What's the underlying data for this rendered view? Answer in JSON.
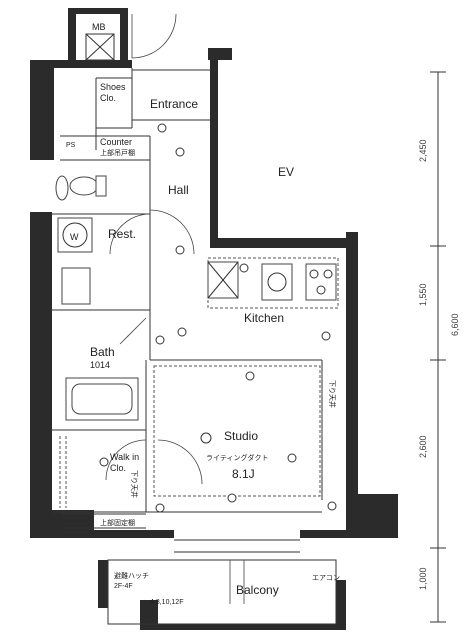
{
  "rooms": {
    "mb": "MB",
    "shoes": "Shoes",
    "shoes_sub": "Clo.",
    "entrance": "Entrance",
    "ps": "PS",
    "counter": "Counter",
    "counter_sub": "上部吊戸棚",
    "hall": "Hall",
    "ev": "EV",
    "rest": "Rest.",
    "w": "W",
    "kitchen": "Kitchen",
    "bath": "Bath",
    "bath_size": "1014",
    "studio": "Studio",
    "duct": "ライティングダクト",
    "studio_area": "8.1J",
    "walk_in": "Walk in",
    "walk_in_sub": "Clo.",
    "upper_shelf": "上部固定棚",
    "balcony": "Balcony",
    "aircon": "エアコン",
    "ceiling_note_1": "下り天井",
    "ceiling_note_2": "下り天井",
    "rail_note": "避難ハッチ",
    "rail_sub": "2F-4F",
    "floor_note": "4,8,10,12F"
  },
  "dimensions": {
    "d1": "2,450",
    "d2": "1,550",
    "d3": "2,600",
    "d4": "1,000",
    "total": "6,600"
  }
}
